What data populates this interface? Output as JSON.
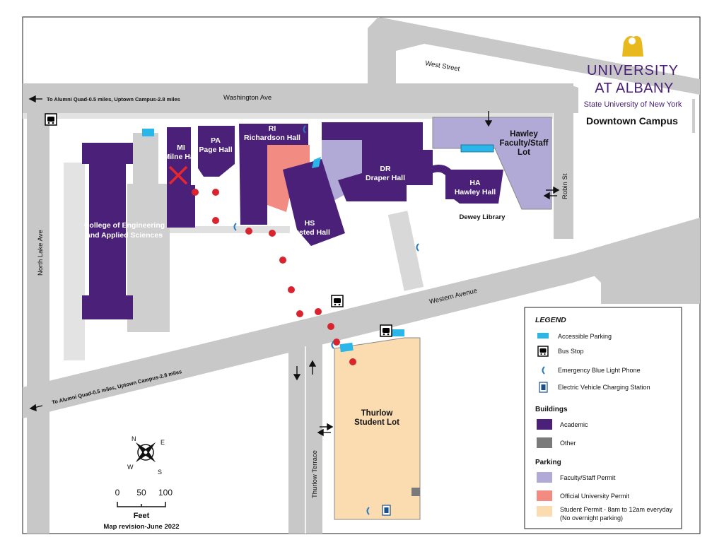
{
  "header": {
    "university_line1": "UNIVERSITY",
    "university_line2": "AT ALBANY",
    "subtitle": "State University of New York",
    "campus": "Downtown Campus"
  },
  "streets": {
    "west_street": "West Street",
    "washington_ave": "Washington Ave",
    "robin_st": "Robin St",
    "north_lake_ave": "North Lake Ave",
    "western_avenue": "Western Avenue",
    "thurlow_terrace": "Thurlow Terrace",
    "direction_top": "To Alumni Quad-0.5 miles, Uptown Campus-2.8 miles",
    "direction_bottom": "To Alumni Quad-0.5 miles, Uptown Campus-2.8 miles"
  },
  "buildings": {
    "engineering": {
      "line1": "College of Engineering",
      "line2": "and Applied Sciences"
    },
    "milne": {
      "code": "MI",
      "name": "Milne Hall"
    },
    "page": {
      "code": "PA",
      "name": "Page Hall"
    },
    "richardson": {
      "code": "RI",
      "name": "Richardson Hall"
    },
    "husted": {
      "code": "HS",
      "name": "Husted Hall"
    },
    "draper": {
      "code": "DR",
      "name": "Draper Hall"
    },
    "hawley": {
      "code": "HA",
      "name": "Hawley Hall"
    },
    "dewey": "Dewey Library"
  },
  "lots": {
    "hawley_lot": {
      "line1": "Hawley",
      "line2": "Faculty/Staff",
      "line3": "Lot"
    },
    "thurlow_lot": {
      "line1": "Thurlow",
      "line2": "Student Lot"
    }
  },
  "legend": {
    "title": "LEGEND",
    "accessible_parking": "Accessible Parking",
    "bus_stop": "Bus Stop",
    "blue_light": "Emergency Blue Light Phone",
    "ev_charging": "Electric Vehicle Charging Station",
    "buildings_head": "Buildings",
    "academic": "Academic",
    "other": "Other",
    "parking_head": "Parking",
    "faculty_permit": "Faculty/Staff Permit",
    "official_permit": "Official University Permit",
    "student_permit_line1": "Student Permit - 8am to 12am everyday",
    "student_permit_line2": "(No overnight parking)"
  },
  "compass": {
    "n": "N",
    "e": "E",
    "s": "S",
    "w": "W"
  },
  "scale": {
    "t0": "0",
    "t50": "50",
    "t100": "100",
    "unit": "Feet"
  },
  "revision": "Map revision-June 2022",
  "colors": {
    "academic": "#4a2079",
    "other": "#7a7a7a",
    "faculty_permit": "#b2aad6",
    "official_permit": "#f28b82",
    "student_permit": "#fbdcb1",
    "accessible": "#2ab6e8",
    "route_dot": "#d9232e",
    "road": "#c8c8c8",
    "gold": "#e8b81f"
  }
}
